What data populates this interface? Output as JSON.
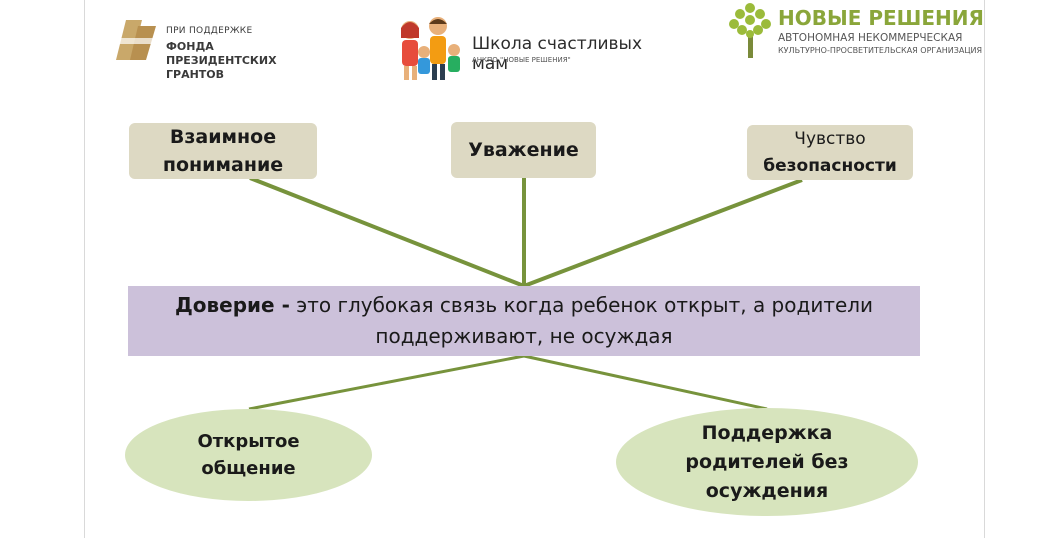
{
  "logos": {
    "fund": {
      "line1": "ПРИ ПОДДЕРЖКЕ",
      "line2": "ФОНДА",
      "line3": "ПРЕЗИДЕНТСКИХ",
      "line4": "ГРАНТОВ"
    },
    "school": {
      "title": "Школа счастливых мам",
      "subtitle": "АНКПО \"НОВЫЕ РЕШЕНИЯ\""
    },
    "org": {
      "title": "НОВЫЕ РЕШЕНИЯ",
      "line2": "АВТОНОМНАЯ НЕКОММЕРЧЕСКАЯ",
      "line3": "КУЛЬТУРНО-ПРОСВЕТИТЕЛЬСКАЯ ОРГАНИЗАЦИЯ"
    }
  },
  "top_nodes": [
    {
      "line1": "Взаимное",
      "line2": "понимание"
    },
    {
      "line1": "Уважение"
    },
    {
      "line1": "Чувство",
      "line2": "безопасности"
    }
  ],
  "central": {
    "term": "Доверие -",
    "definition": " это глубокая связь когда ребенок открыт, а родители поддерживают, не осуждая"
  },
  "bottom_nodes": [
    {
      "line1": "Открытое",
      "line2": "общение"
    },
    {
      "line1": "Поддержка",
      "line2": "родителей без",
      "line3": "осуждения"
    }
  ],
  "colors": {
    "connector": "#77933c",
    "top_box": "#ddd9c3",
    "central_box": "#ccc1da",
    "ellipse": "#d7e4bd"
  }
}
